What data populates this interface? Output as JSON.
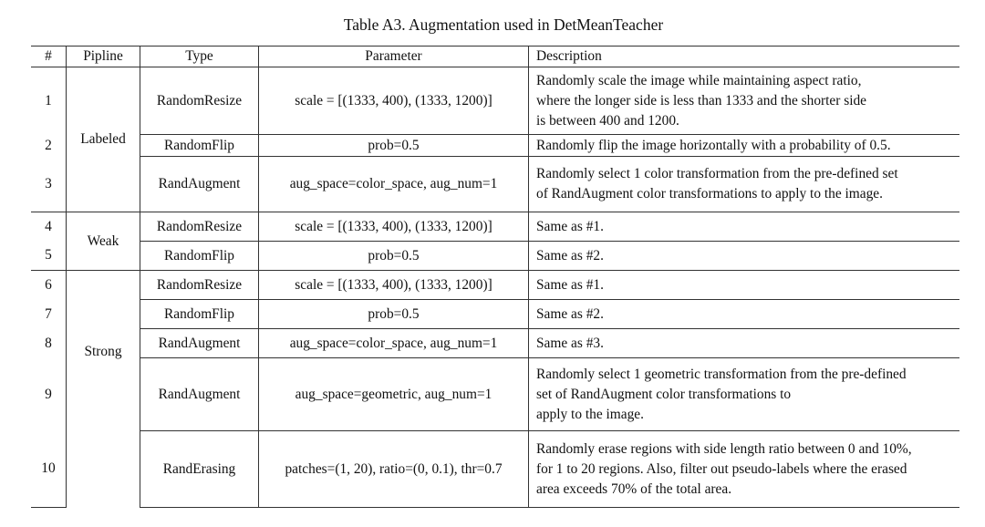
{
  "caption": "Table A3. Augmentation used in DetMeanTeacher",
  "headers": [
    "#",
    "Pipline",
    "Type",
    "Parameter",
    "Description"
  ],
  "pipelines": [
    "Labeled",
    "Weak",
    "Strong"
  ],
  "rows": [
    {
      "num": "1",
      "type": "RandomResize",
      "param": "scale = [(1333, 400), (1333, 1200)]",
      "desc": [
        "Randomly scale the image while maintaining aspect ratio,",
        "where the longer side is less than 1333 and the shorter side",
        "is between 400 and 1200."
      ]
    },
    {
      "num": "2",
      "type": "RandomFlip",
      "param": "prob=0.5",
      "desc": [
        "Randomly flip the image horizontally with a probability of 0.5."
      ]
    },
    {
      "num": "3",
      "type": "RandAugment",
      "param": "aug_space=color_space, aug_num=1",
      "desc": [
        "Randomly select 1 color transformation from the pre-defined set",
        "of RandAugment color transformations to apply to the image."
      ]
    },
    {
      "num": "4",
      "type": "RandomResize",
      "param": "scale = [(1333, 400), (1333, 1200)]",
      "desc": [
        "Same as #1."
      ]
    },
    {
      "num": "5",
      "type": "RandomFlip",
      "param": "prob=0.5",
      "desc": [
        "Same as #2."
      ]
    },
    {
      "num": "6",
      "type": "RandomResize",
      "param": "scale = [(1333, 400), (1333, 1200)]",
      "desc": [
        "Same as #1."
      ]
    },
    {
      "num": "7",
      "type": "RandomFlip",
      "param": "prob=0.5",
      "desc": [
        "Same as #2."
      ]
    },
    {
      "num": "8",
      "type": "RandAugment",
      "param": "aug_space=color_space, aug_num=1",
      "desc": [
        "Same as #3."
      ]
    },
    {
      "num": "9",
      "type": "RandAugment",
      "param": "aug_space=geometric, aug_num=1",
      "desc": [
        "Randomly select 1 geometric transformation from the pre-defined",
        "set of RandAugment color transformations to",
        "apply to the image."
      ]
    },
    {
      "num": "10",
      "type": "RandErasing",
      "param": "patches=(1, 20), ratio=(0, 0.1), thr=0.7",
      "desc": [
        "Randomly erase regions with side length ratio between 0 and 10%,",
        "for 1 to 20 regions. Also, filter out pseudo-labels where the erased",
        "area exceeds 70% of the total area."
      ]
    }
  ]
}
